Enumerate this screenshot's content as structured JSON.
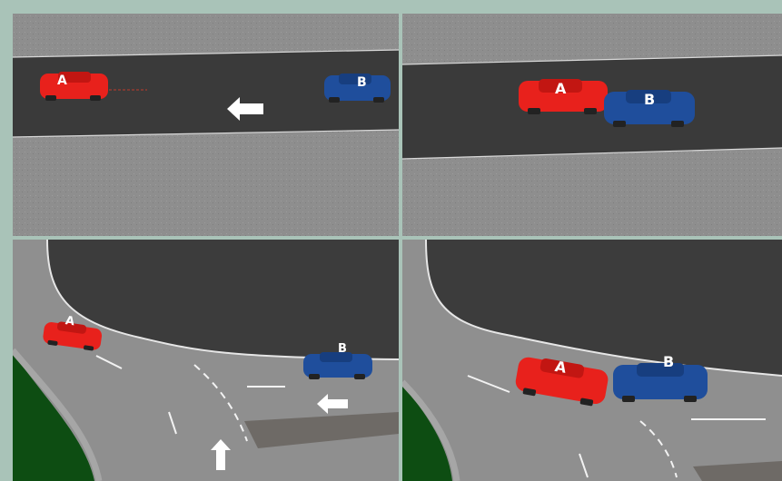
{
  "panels": [
    {
      "id": "top-left",
      "car_a_label": "A",
      "car_b_label": "B",
      "arrows": [
        "left"
      ]
    },
    {
      "id": "top-right",
      "car_a_label": "A",
      "car_b_label": "B",
      "arrows": []
    },
    {
      "id": "bottom-left",
      "car_a_label": "A",
      "car_b_label": "B",
      "arrows": [
        "left",
        "up"
      ]
    },
    {
      "id": "bottom-right",
      "car_a_label": "A",
      "car_b_label": "B",
      "arrows": []
    }
  ],
  "colors": {
    "car_a": "#e8211c",
    "car_b": "#1f4e9c",
    "asphalt": "#3c3c3c",
    "sidewalk": "#8f8f8f",
    "grass": "#0d4d12",
    "frame": "#a9c3b8"
  }
}
